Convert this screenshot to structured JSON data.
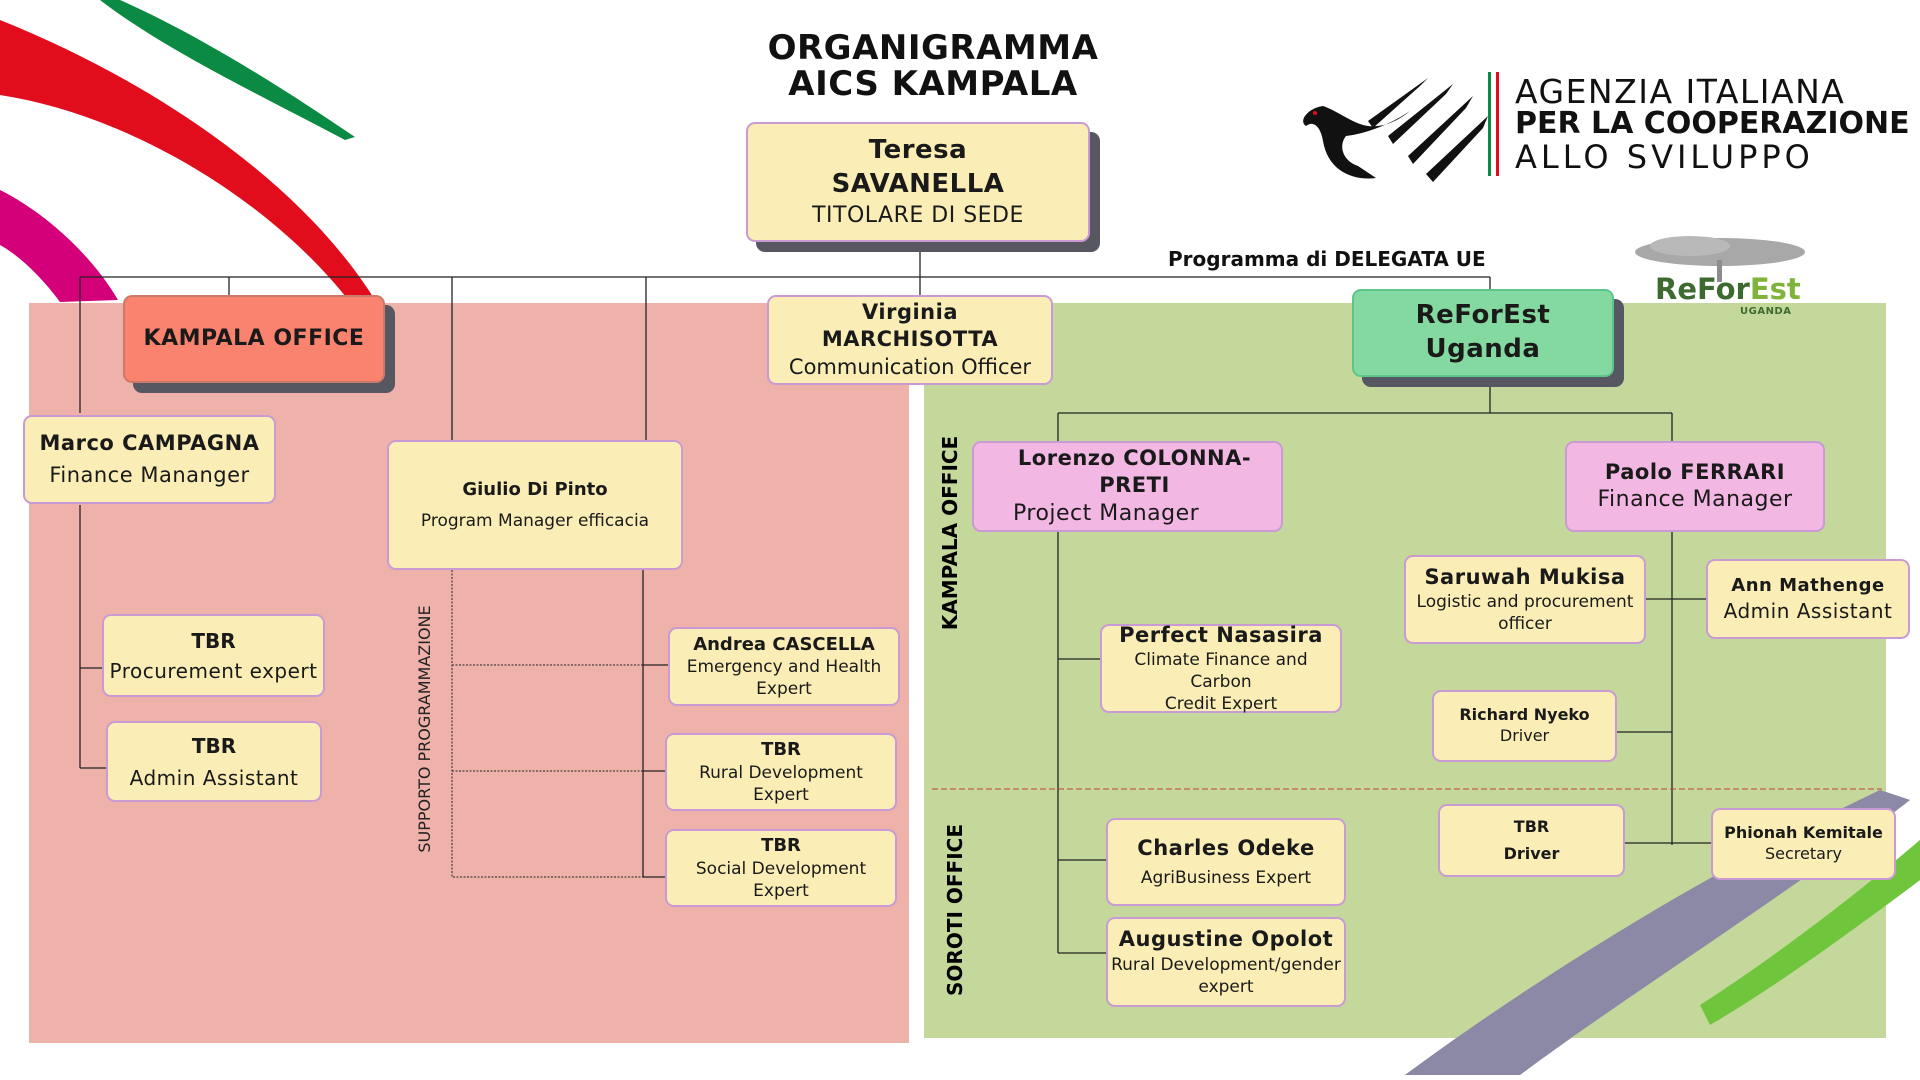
{
  "title": {
    "line1": "ORGANIGRAMMA",
    "line2": "AICS KAMPALA"
  },
  "logo": {
    "agency_line1": "AGENZIA ITALIANA",
    "agency_line2": "PER LA COOPERAZIONE",
    "agency_line3": "ALLO SVILUPPO",
    "reforest_part1": "ReFor",
    "reforest_part2": "Est",
    "reforest_sub": "UGANDA"
  },
  "head": {
    "first": "Teresa",
    "last": "SAVANELLA",
    "role": "TITOLARE DI SEDE"
  },
  "program_label": "Programma di DELEGATA UE",
  "kampala_office_label": "KAMPALA OFFICE",
  "communication": {
    "first": "Virginia",
    "last": "MARCHISOTTA",
    "role": "Communication Officer"
  },
  "reforest_box": {
    "line1": "ReForEst",
    "line2": "Uganda"
  },
  "left_side": {
    "finance": {
      "name": "Marco CAMPAGNA",
      "role": "Finance Mananger"
    },
    "procurement": {
      "name": "TBR",
      "role": "Procurement expert"
    },
    "admin": {
      "name": "TBR",
      "role": "Admin Assistant"
    },
    "program_manager": {
      "name": "Giulio Di Pinto",
      "role": "Program Manager efficacia"
    },
    "support_label": "SUPPORTO PROGRAMMAZIONE",
    "emergency": {
      "name": "Andrea CASCELLA",
      "role_line1": "Emergency and Health",
      "role_line2": "Expert"
    },
    "rural": {
      "name": "TBR",
      "role_line1": "Rural Development",
      "role_line2": "Expert"
    },
    "social": {
      "name": "TBR",
      "role_line1": "Social Development",
      "role_line2": "Expert"
    }
  },
  "right_side": {
    "kampala_label": "KAMPALA OFFICE",
    "soroti_label": "SOROTI OFFICE",
    "project_manager": {
      "name": "Lorenzo COLONNA-PRETI",
      "role": "Project Manager"
    },
    "finance_manager": {
      "name": "Paolo FERRARI",
      "role": "Finance Manager"
    },
    "perfect": {
      "name": "Perfect Nasasira",
      "role_line1": "Climate Finance and Carbon",
      "role_line2": "Credit Expert"
    },
    "saruwah": {
      "name": "Saruwah Mukisa",
      "role_line1": "Logistic and procurement",
      "role_line2": "officer"
    },
    "ann": {
      "name": "Ann Mathenge",
      "role": "Admin Assistant"
    },
    "richard": {
      "name": "Richard Nyeko",
      "role": "Driver"
    },
    "charles": {
      "name": "Charles Odeke",
      "role": "AgriBusiness Expert"
    },
    "augustine": {
      "name": "Augustine Opolot",
      "role_line1": "Rural Development/gender",
      "role_line2": "expert"
    },
    "tbr_driver": {
      "name": "TBR",
      "role": "Driver"
    },
    "phionah": {
      "name": "Phionah Kemitale",
      "role": "Secretary"
    }
  },
  "colors": {
    "left_region": "#efb2aa",
    "right_region": "#c5d89c",
    "box_yellow": "#faeeb6",
    "box_pink": "#f2b8e3",
    "box_salmon": "#fa8370",
    "box_green": "#84d9a0",
    "italy_green": "#0b8a43",
    "italy_red": "#e10d1d",
    "magenta": "#d4007a"
  }
}
